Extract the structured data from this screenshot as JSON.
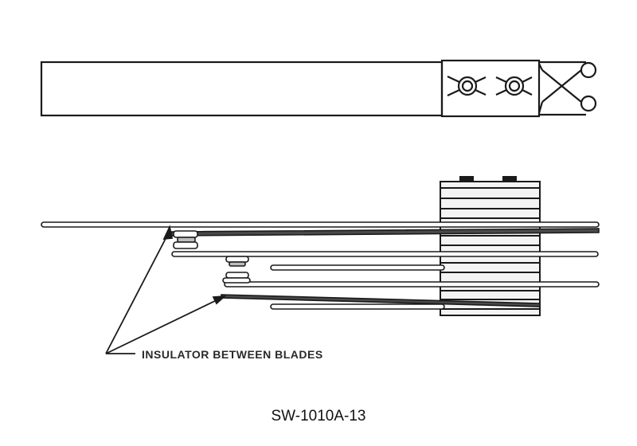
{
  "diagram": {
    "callout_label": "INSULATOR BETWEEN BLADES",
    "figure_id": "SW-1010A-13",
    "colors": {
      "background": "#ffffff",
      "line": "#1a1a1a",
      "blade": "#5a5a5a",
      "stack_fill": "#e8e8e8"
    },
    "views": [
      {
        "name": "top-view",
        "description_icon": "switch-top-view"
      },
      {
        "name": "side-view",
        "description_icon": "switch-side-view"
      }
    ]
  }
}
